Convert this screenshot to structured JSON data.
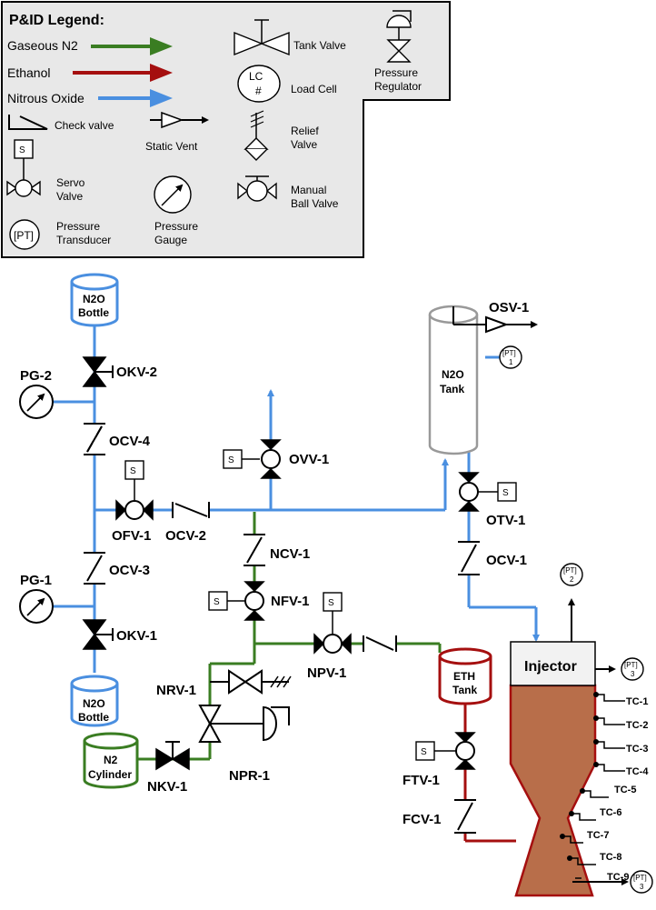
{
  "legend": {
    "title": "P&ID Legend:",
    "gaseous_n2": "Gaseous N2",
    "ethanol": "Ethanol",
    "nitrous_oxide": "Nitrous Oxide",
    "check_valve": "Check valve",
    "static_vent": "Static Vent",
    "servo_s": "S",
    "servo_1": "Servo",
    "servo_2": "Valve",
    "pt_sym": "[PT]",
    "pt_1": "Pressure",
    "pt_2": "Transducer",
    "pg_1": "Pressure",
    "pg_2": "Gauge",
    "tank_valve": "Tank Valve",
    "lc_1": "LC",
    "lc_2": "#",
    "load_cell": "Load Cell",
    "relief_1": "Relief",
    "relief_2": "Valve",
    "mbv_1": "Manual",
    "mbv_2": "Ball Valve",
    "preg_1": "Pressure",
    "preg_2": "Regulator"
  },
  "colors": {
    "gaseous_n2": "#3a7d22",
    "ethanol": "#a50f0f",
    "nitrous_oxide": "#4a8fe0",
    "engine": "#b86e4a",
    "injector": "#f2f2f2",
    "tank_gray": "#999999"
  },
  "labels": {
    "okv2": "OKV-2",
    "pg2": "PG-2",
    "ocv4": "OCV-4",
    "ofv1": "OFV-1",
    "ocv2": "OCV-2",
    "ocv3": "OCV-3",
    "pg1": "PG-1",
    "okv1": "OKV-1",
    "ovv1": "OVV-1",
    "ncv1": "NCV-1",
    "nfv1": "NFV-1",
    "npv1": "NPV-1",
    "nrv1": "NRV-1",
    "nkv1": "NKV-1",
    "npr1": "NPR-1",
    "osv1": "OSV-1",
    "otv1": "OTV-1",
    "ocv1": "OCV-1",
    "ftv1": "FTV-1",
    "fcv1": "FCV-1",
    "injector": "Injector"
  },
  "vessels": {
    "n2o_bottle_top_1": "N2O",
    "n2o_bottle_top_2": "Bottle",
    "n2o_bottle_bot_1": "N2O",
    "n2o_bottle_bot_2": "Bottle",
    "n2_cyl_1": "N2",
    "n2_cyl_2": "Cylinder",
    "eth_1": "ETH",
    "eth_2": "Tank",
    "n2o_tank_1": "N2O",
    "n2o_tank_2": "Tank"
  },
  "instruments": {
    "servo": "S",
    "pt": "[PT]",
    "pt1_num": "1",
    "pt2_num": "2",
    "pt3a_num": "3",
    "pt3b_num": "3"
  },
  "thermocouples": [
    "TC-1",
    "TC-2",
    "TC-3",
    "TC-4",
    "TC-5",
    "TC-6",
    "TC-7",
    "TC-8",
    "TC-9"
  ]
}
